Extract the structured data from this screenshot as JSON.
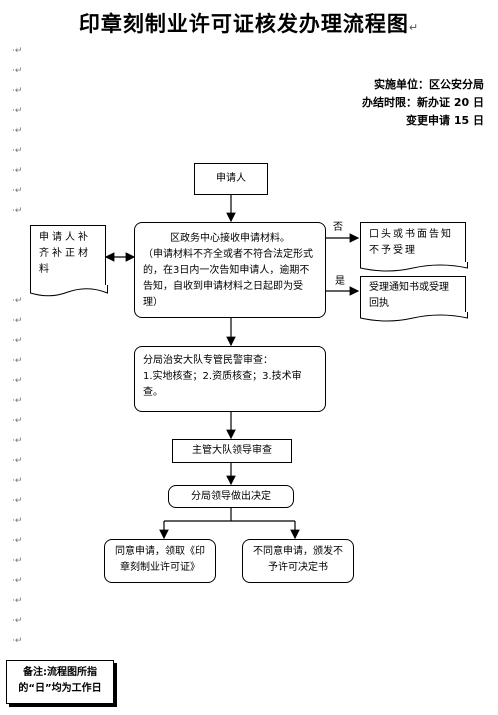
{
  "document": {
    "title": "印章刻制业许可证核发办理流程图",
    "info": {
      "unit": "实施单位：区公安分局",
      "time_limit": "办结时限：新办证    20 日",
      "change": "变更申请 15 日"
    }
  },
  "flow": {
    "applicant": "申请人",
    "receive": {
      "line1": "区政务中心接收申请材料。",
      "line2": "（申请材料不齐全或者不符合法定形式的，在3日内一次告知申请人，逾期不告知，自收到申请材料之日起即为受理）"
    },
    "supplement": "申请人补齐补正材料",
    "no_label": "否",
    "yes_label": "是",
    "reject": "口头或书面告知不予受理",
    "accept": "受理通知书或受理回执",
    "review": {
      "line1": "分局治安大队专管民警审查：",
      "line2": "1.实地核查；2.资质核查；3.技术审查。"
    },
    "leader_review": "主管大队领导审查",
    "decision": "分局领导做出决定",
    "approve": "同意申请，领取《印章刻制业许可证》",
    "deny": "不同意申请，颁发不予许可决定书"
  },
  "note": "备注:流程图所指的“日”均为工作日"
}
